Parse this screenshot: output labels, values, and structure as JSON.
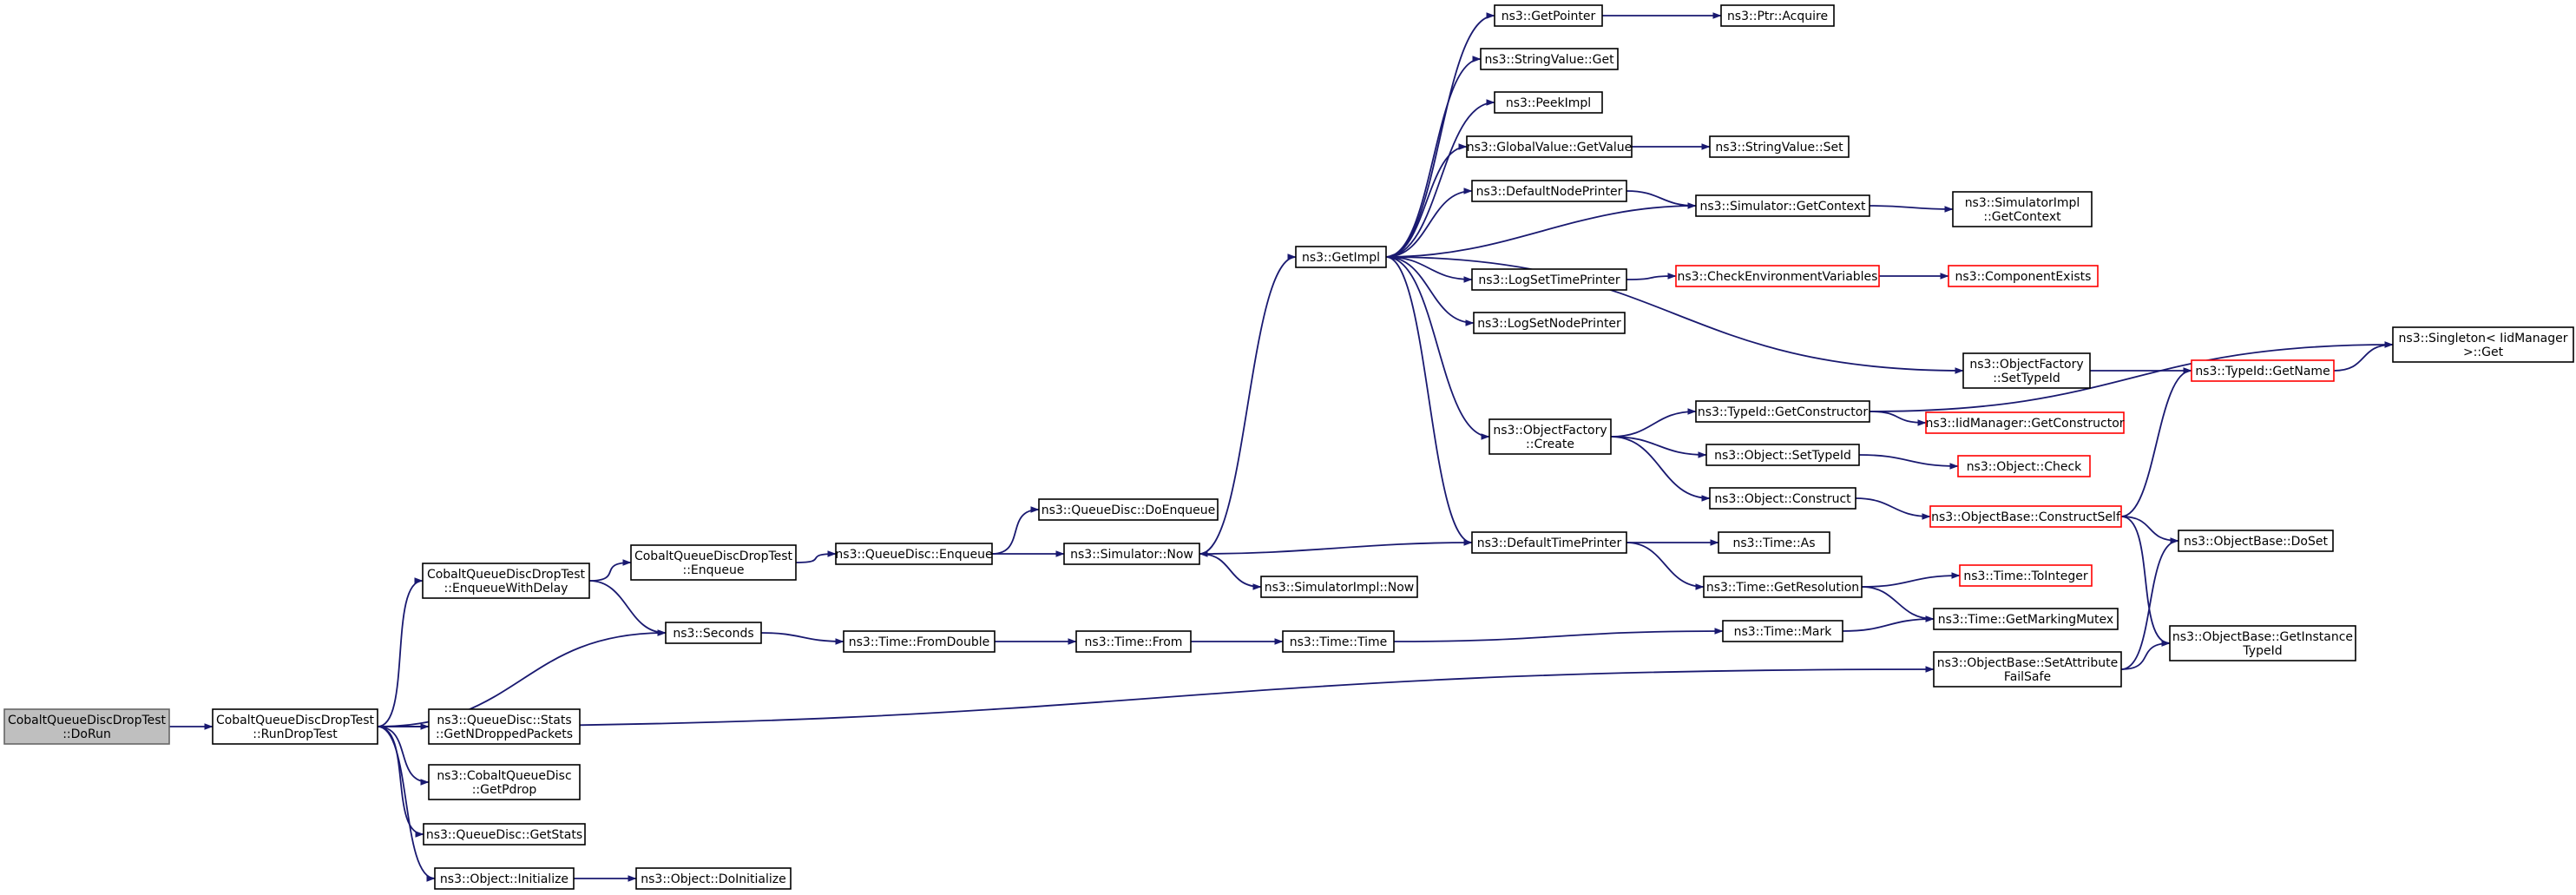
{
  "colors": {
    "edge": "#191970",
    "node_border": "#000000",
    "root_fill": "#bfbfbf",
    "truncated_border": "#ff0000"
  },
  "nodes": [
    {
      "id": "dorun",
      "lines": [
        "CobaltQueueDiscDropTest",
        "::DoRun"
      ],
      "style": "root"
    },
    {
      "id": "rundroptest",
      "lines": [
        "CobaltQueueDiscDropTest",
        "::RunDropTest"
      ]
    },
    {
      "id": "enqueuewithdelay",
      "lines": [
        "CobaltQueueDiscDropTest",
        "::EnqueueWithDelay"
      ]
    },
    {
      "id": "seconds",
      "lines": [
        "ns3::Seconds"
      ]
    },
    {
      "id": "getndropped",
      "lines": [
        "ns3::QueueDisc::Stats",
        "::GetNDroppedPackets"
      ]
    },
    {
      "id": "getpdrop",
      "lines": [
        "ns3::CobaltQueueDisc",
        "::GetPdrop"
      ]
    },
    {
      "id": "getstats",
      "lines": [
        "ns3::QueueDisc::GetStats"
      ]
    },
    {
      "id": "initialize",
      "lines": [
        "ns3::Object::Initialize"
      ]
    },
    {
      "id": "doinitialize",
      "lines": [
        "ns3::Object::DoInitialize"
      ]
    },
    {
      "id": "cobaltenqueue",
      "lines": [
        "CobaltQueueDiscDropTest",
        "::Enqueue"
      ]
    },
    {
      "id": "qdenqueue",
      "lines": [
        "ns3::QueueDisc::Enqueue"
      ]
    },
    {
      "id": "qddoenqueue",
      "lines": [
        "ns3::QueueDisc::DoEnqueue"
      ]
    },
    {
      "id": "simnow",
      "lines": [
        "ns3::Simulator::Now"
      ]
    },
    {
      "id": "simimplnow",
      "lines": [
        "ns3::SimulatorImpl::Now"
      ]
    },
    {
      "id": "fromdouble",
      "lines": [
        "ns3::Time::FromDouble"
      ]
    },
    {
      "id": "timefrom",
      "lines": [
        "ns3::Time::From"
      ]
    },
    {
      "id": "timetime",
      "lines": [
        "ns3::Time::Time"
      ]
    },
    {
      "id": "getimpl",
      "lines": [
        "ns3::GetImpl"
      ]
    },
    {
      "id": "getpointer",
      "lines": [
        "ns3::GetPointer"
      ]
    },
    {
      "id": "ptracquire",
      "lines": [
        "ns3::Ptr::Acquire"
      ]
    },
    {
      "id": "stringvalueget",
      "lines": [
        "ns3::StringValue::Get"
      ]
    },
    {
      "id": "peekimpl",
      "lines": [
        "ns3::PeekImpl"
      ]
    },
    {
      "id": "globalgetvalue",
      "lines": [
        "ns3::GlobalValue::GetValue"
      ]
    },
    {
      "id": "stringvalueset",
      "lines": [
        "ns3::StringValue::Set"
      ]
    },
    {
      "id": "defaultnodeprinter",
      "lines": [
        "ns3::DefaultNodePrinter"
      ]
    },
    {
      "id": "simgetcontext",
      "lines": [
        "ns3::Simulator::GetContext"
      ]
    },
    {
      "id": "simimplgetcontext",
      "lines": [
        "ns3::SimulatorImpl",
        "::GetContext"
      ]
    },
    {
      "id": "logsettimeprinter",
      "lines": [
        "ns3::LogSetTimePrinter"
      ]
    },
    {
      "id": "checkenv",
      "lines": [
        "ns3::CheckEnvironmentVariables"
      ],
      "style": "truncated"
    },
    {
      "id": "componentexists",
      "lines": [
        "ns3::ComponentExists"
      ],
      "style": "truncated"
    },
    {
      "id": "logsetnodeprinter",
      "lines": [
        "ns3::LogSetNodePrinter"
      ]
    },
    {
      "id": "objectfactorysettypeid",
      "lines": [
        "ns3::ObjectFactory",
        "::SetTypeId"
      ]
    },
    {
      "id": "singletonget",
      "lines": [
        "ns3::Singleton< IidManager",
        ">::Get"
      ]
    },
    {
      "id": "typeidgetname",
      "lines": [
        "ns3::TypeId::GetName"
      ],
      "style": "truncated"
    },
    {
      "id": "objectfactorycreate",
      "lines": [
        "ns3::ObjectFactory",
        "::Create"
      ]
    },
    {
      "id": "typeidgetconstructor",
      "lines": [
        "ns3::TypeId::GetConstructor"
      ]
    },
    {
      "id": "iidmanagergetconstructor",
      "lines": [
        "ns3::IidManager::GetConstructor"
      ],
      "style": "truncated"
    },
    {
      "id": "objectsettypeid",
      "lines": [
        "ns3::Object::SetTypeId"
      ]
    },
    {
      "id": "objectcheck",
      "lines": [
        "ns3::Object::Check"
      ],
      "style": "truncated"
    },
    {
      "id": "objectconstruct",
      "lines": [
        "ns3::Object::Construct"
      ]
    },
    {
      "id": "constructself",
      "lines": [
        "ns3::ObjectBase::ConstructSelf"
      ],
      "style": "truncated"
    },
    {
      "id": "defaulttimeprinter",
      "lines": [
        "ns3::DefaultTimePrinter"
      ]
    },
    {
      "id": "timeas",
      "lines": [
        "ns3::Time::As"
      ]
    },
    {
      "id": "timegetresolution",
      "lines": [
        "ns3::Time::GetResolution"
      ]
    },
    {
      "id": "timetointeger",
      "lines": [
        "ns3::Time::ToInteger"
      ],
      "style": "truncated"
    },
    {
      "id": "timemark",
      "lines": [
        "ns3::Time::Mark"
      ]
    },
    {
      "id": "getmarkingmutex",
      "lines": [
        "ns3::Time::GetMarkingMutex"
      ]
    },
    {
      "id": "setattributefailsafe",
      "lines": [
        "ns3::ObjectBase::SetAttribute",
        "FailSafe"
      ]
    },
    {
      "id": "objectbasedoset",
      "lines": [
        "ns3::ObjectBase::DoSet"
      ]
    },
    {
      "id": "getinstancetypeid",
      "lines": [
        "ns3::ObjectBase::GetInstance",
        "TypeId"
      ]
    }
  ],
  "edges": [
    [
      "dorun",
      "rundroptest"
    ],
    [
      "rundroptest",
      "enqueuewithdelay"
    ],
    [
      "rundroptest",
      "seconds"
    ],
    [
      "rundroptest",
      "getndropped"
    ],
    [
      "rundroptest",
      "getpdrop"
    ],
    [
      "rundroptest",
      "getstats"
    ],
    [
      "rundroptest",
      "initialize"
    ],
    [
      "rundroptest",
      "setattributefailsafe"
    ],
    [
      "initialize",
      "doinitialize"
    ],
    [
      "enqueuewithdelay",
      "cobaltenqueue"
    ],
    [
      "enqueuewithdelay",
      "seconds"
    ],
    [
      "cobaltenqueue",
      "qdenqueue"
    ],
    [
      "qdenqueue",
      "qddoenqueue"
    ],
    [
      "qdenqueue",
      "simnow"
    ],
    [
      "simnow",
      "getimpl"
    ],
    [
      "simnow",
      "simimplnow"
    ],
    [
      "seconds",
      "fromdouble"
    ],
    [
      "fromdouble",
      "timefrom"
    ],
    [
      "timefrom",
      "timetime"
    ],
    [
      "timetime",
      "timemark"
    ],
    [
      "getimpl",
      "getpointer"
    ],
    [
      "getimpl",
      "stringvalueget"
    ],
    [
      "getimpl",
      "peekimpl"
    ],
    [
      "getimpl",
      "globalgetvalue"
    ],
    [
      "getimpl",
      "defaultnodeprinter"
    ],
    [
      "getimpl",
      "logsettimeprinter"
    ],
    [
      "getimpl",
      "logsetnodeprinter"
    ],
    [
      "getimpl",
      "objectfactorysettypeid"
    ],
    [
      "getimpl",
      "objectfactorycreate"
    ],
    [
      "getimpl",
      "defaulttimeprinter"
    ],
    [
      "getpointer",
      "ptracquire"
    ],
    [
      "globalgetvalue",
      "stringvalueset"
    ],
    [
      "defaultnodeprinter",
      "simgetcontext"
    ],
    [
      "simgetcontext",
      "getimpl"
    ],
    [
      "simgetcontext",
      "simimplgetcontext"
    ],
    [
      "logsettimeprinter",
      "checkenv"
    ],
    [
      "checkenv",
      "componentexists"
    ],
    [
      "objectfactorysettypeid",
      "typeidgetname"
    ],
    [
      "typeidgetname",
      "singletonget"
    ],
    [
      "objectfactorycreate",
      "typeidgetconstructor"
    ],
    [
      "objectfactorycreate",
      "objectsettypeid"
    ],
    [
      "objectfactorycreate",
      "objectconstruct"
    ],
    [
      "typeidgetconstructor",
      "singletonget"
    ],
    [
      "typeidgetconstructor",
      "iidmanagergetconstructor"
    ],
    [
      "objectsettypeid",
      "objectcheck"
    ],
    [
      "objectconstruct",
      "constructself"
    ],
    [
      "constructself",
      "typeidgetname"
    ],
    [
      "constructself",
      "objectbasedoset"
    ],
    [
      "constructself",
      "getinstancetypeid"
    ],
    [
      "defaulttimeprinter",
      "simnow"
    ],
    [
      "defaulttimeprinter",
      "timeas"
    ],
    [
      "defaulttimeprinter",
      "timegetresolution"
    ],
    [
      "timegetresolution",
      "timetointeger"
    ],
    [
      "timegetresolution",
      "getmarkingmutex"
    ],
    [
      "timemark",
      "getmarkingmutex"
    ],
    [
      "setattributefailsafe",
      "objectbasedoset"
    ],
    [
      "setattributefailsafe",
      "getinstancetypeid"
    ]
  ]
}
